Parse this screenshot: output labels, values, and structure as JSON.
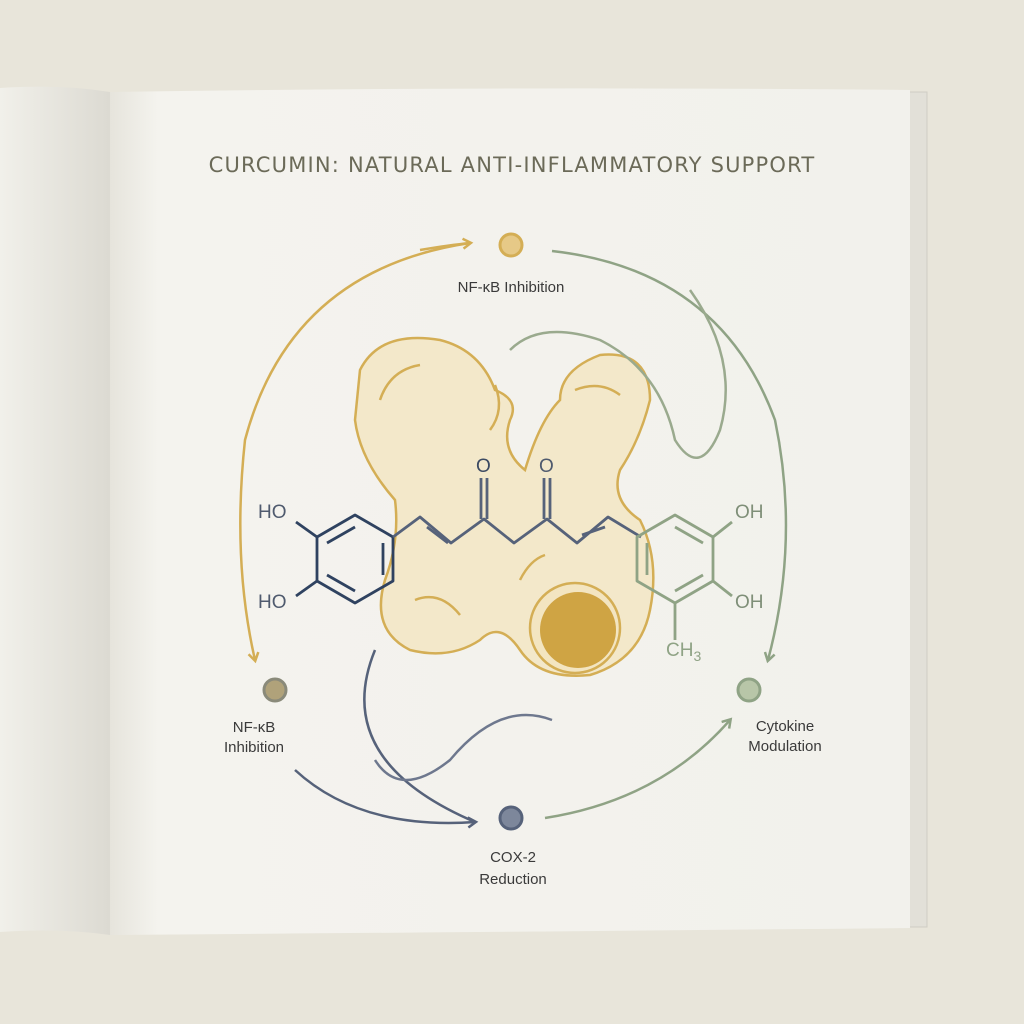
{
  "title": "CURCUMIN: NATURAL ANTI-INFLAMMATORY SUPPORT",
  "nodes": {
    "top": {
      "label": "NF-κB Inhibition",
      "color": "#d9b36a"
    },
    "left": {
      "line1": "NF-κB",
      "line2": "Inhibition",
      "color": "#a89a72"
    },
    "right": {
      "line1": "Cytokine",
      "line2": "Modulation",
      "color": "#a9b89a"
    },
    "bottom": {
      "line1": "COX-2",
      "line2": "Reduction",
      "color": "#6f7a92"
    }
  },
  "molecule": {
    "ho_top": "HO",
    "ho_bottom": "HO",
    "oh_top": "OH",
    "oh_bottom": "OH",
    "o_left": "O",
    "o_right": "O",
    "ch3": "CH",
    "ch3_sub": "3"
  },
  "colors": {
    "gold": "#d4ae55",
    "navy": "#2f4260",
    "sage": "#8fa385",
    "slate": "#56627a",
    "page": "#f3f2ed"
  }
}
